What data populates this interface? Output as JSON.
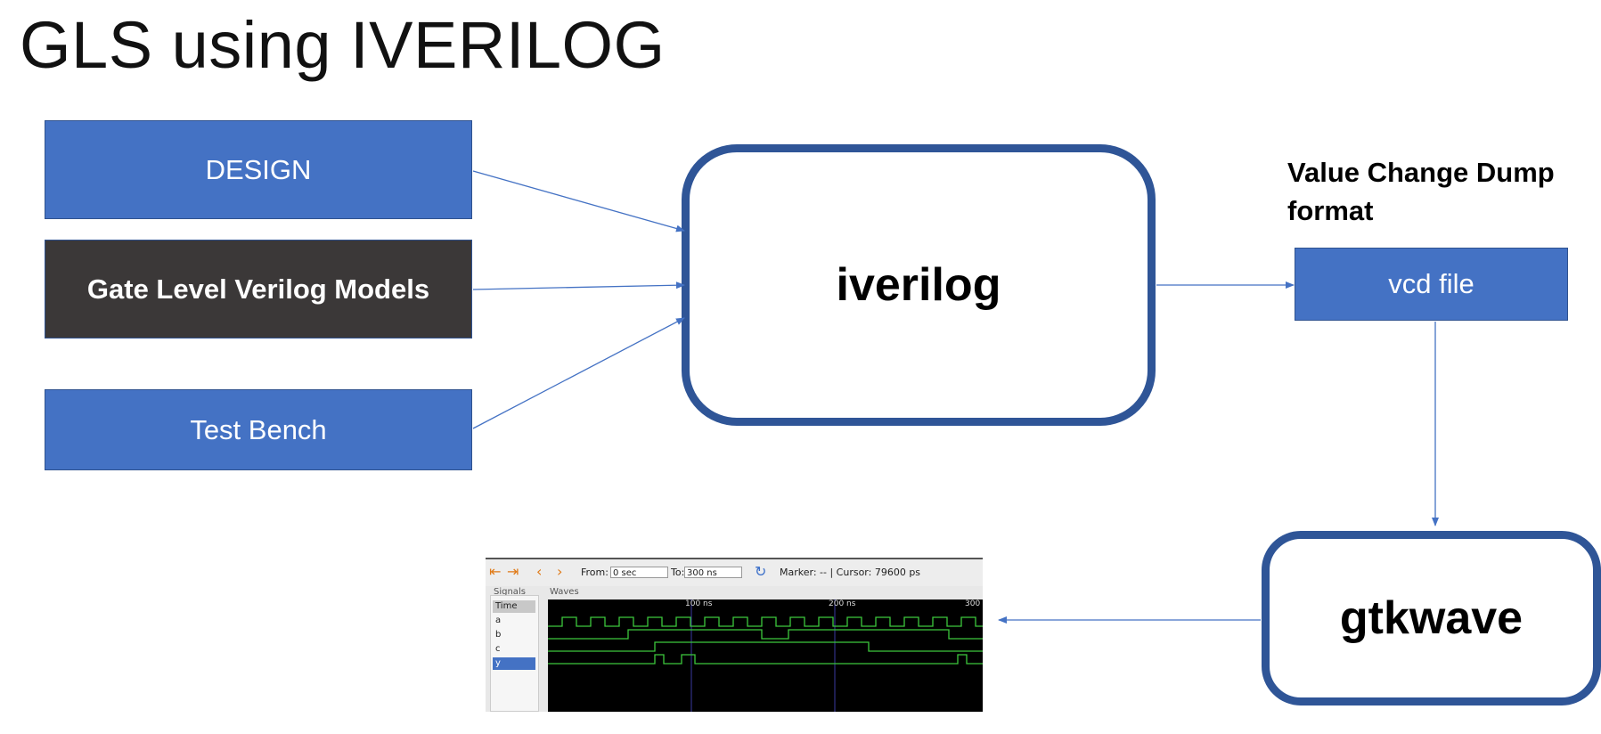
{
  "title": "GLS using IVERILOG",
  "inputs": {
    "design": "DESIGN",
    "gate_models": "Gate Level Verilog Models",
    "test_bench": "Test Bench"
  },
  "simulator": "iverilog",
  "output_caption": "Value Change Dump format",
  "vcd_file": "vcd file",
  "viewer": "gtkwave",
  "colors": {
    "box_blue": "#4472c4",
    "box_dark": "#3b3838",
    "outline_blue": "#2f5597",
    "wave_green": "#3cc83c"
  },
  "gtkwave_window": {
    "from_label": "From:",
    "from_value": "0 sec",
    "to_label": "To:",
    "to_value": "300 ns",
    "marker_text": "Marker: -- | Cursor: 79600 ps",
    "signals_header": "Signals",
    "waves_header": "Waves",
    "signals": [
      "Time",
      "a",
      "b",
      "c",
      "y"
    ],
    "time_ticks": [
      "100 ns",
      "200 ns",
      "300"
    ],
    "icons": [
      "zoom-start-icon",
      "zoom-end-icon",
      "prev-edge-icon",
      "next-edge-icon",
      "reload-icon"
    ]
  }
}
